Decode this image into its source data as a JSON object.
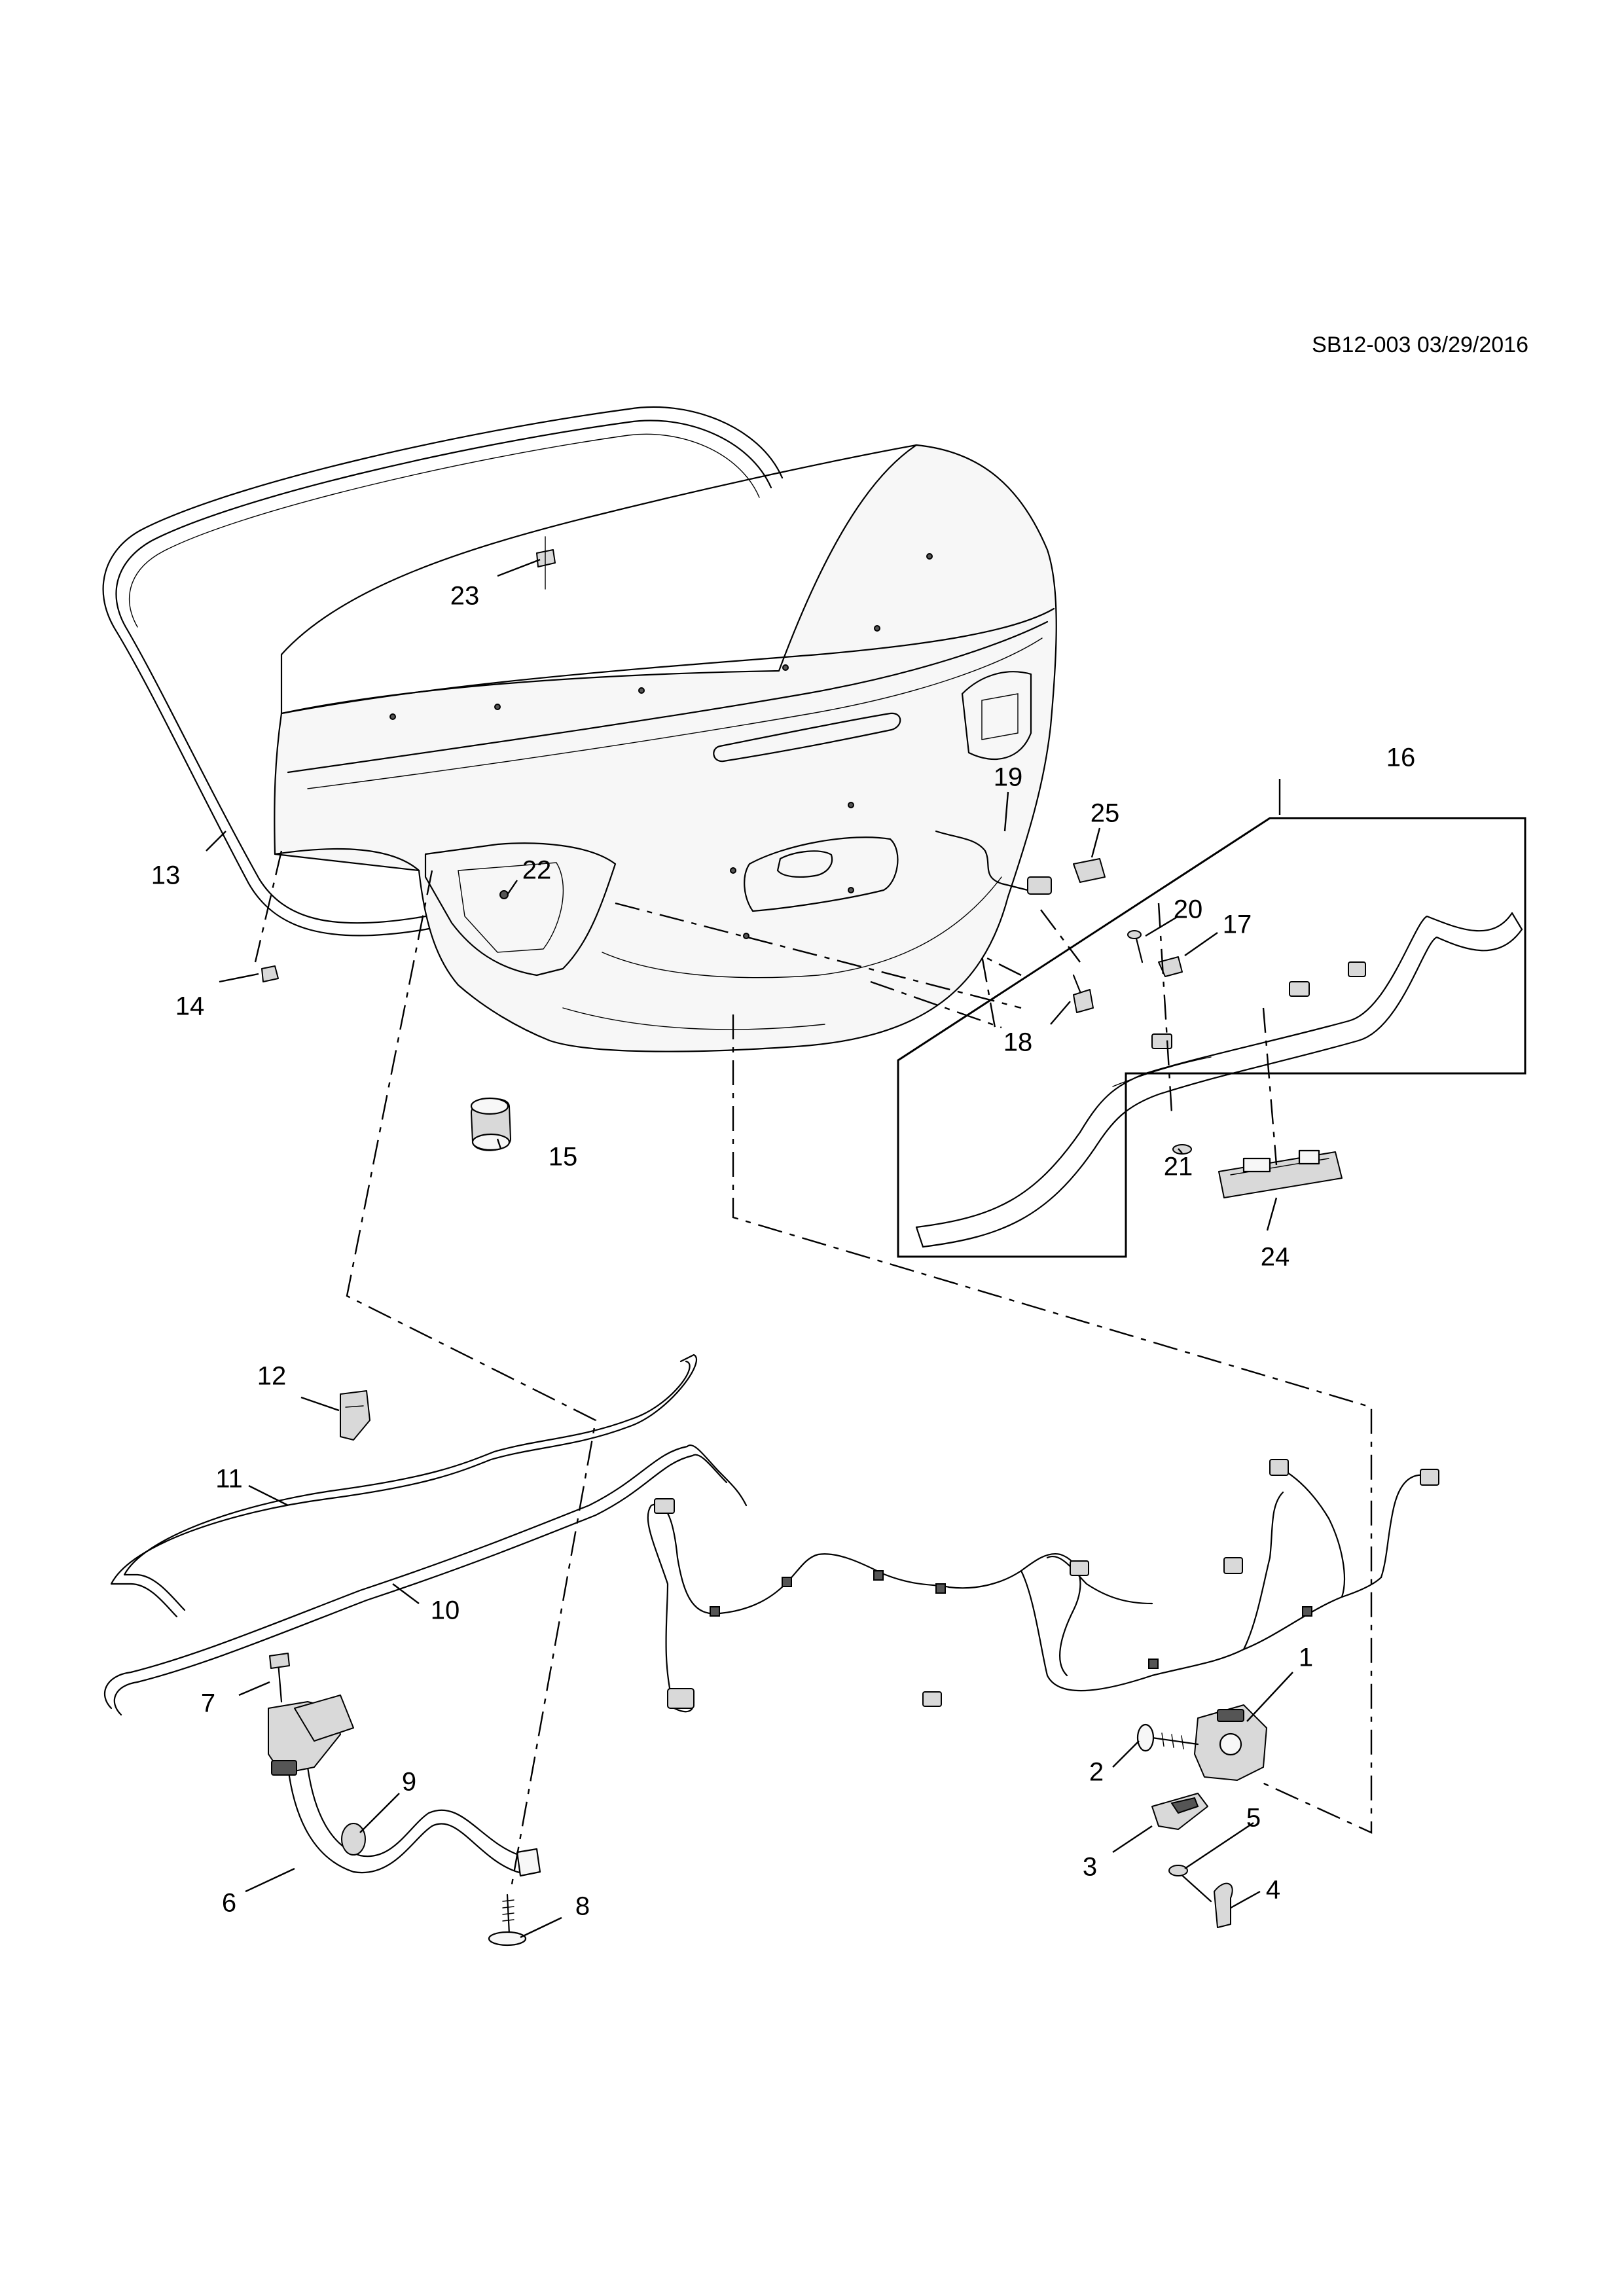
{
  "diagram": {
    "reference": "SB12-003 03/29/2016",
    "callouts": [
      "1",
      "2",
      "3",
      "4",
      "5",
      "6",
      "7",
      "8",
      "9",
      "10",
      "11",
      "12",
      "13",
      "14",
      "15",
      "16",
      "17",
      "18",
      "19",
      "20",
      "21",
      "22",
      "23",
      "24",
      "25"
    ]
  }
}
